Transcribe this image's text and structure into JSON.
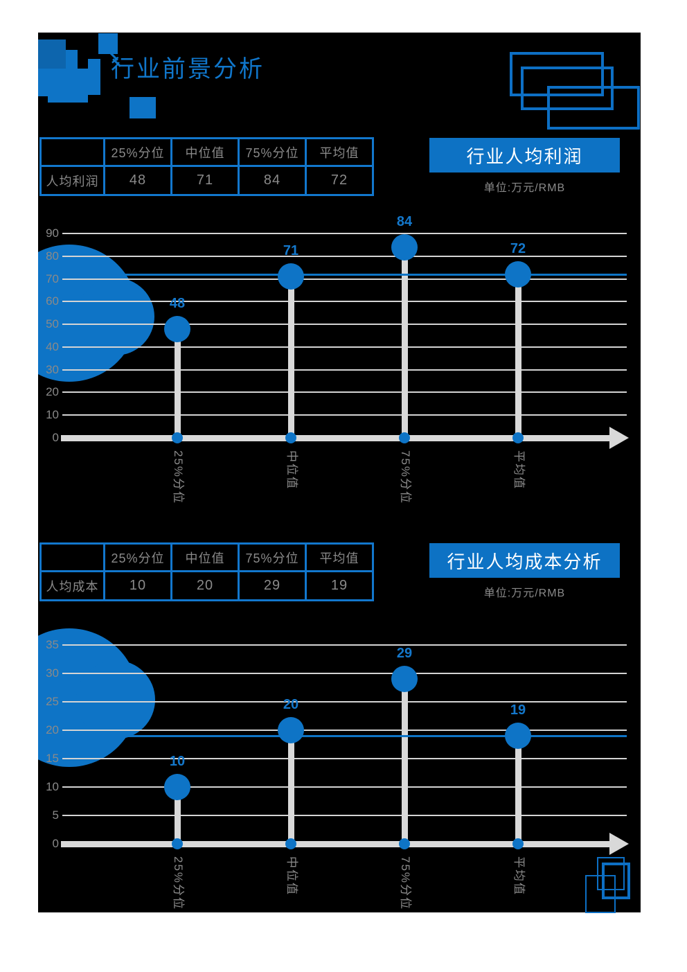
{
  "page": {
    "title": "行业前景分析"
  },
  "colors": {
    "accent": "#0e74c6",
    "accent_dark": "#0d65ad",
    "banner_bg": "#0d72c4",
    "deco_outline": "#0d6fc4",
    "table_border": "#1277cd",
    "text_gray": "#8a8a8a",
    "value_label": "#1478cc",
    "gridline": "#d4d4d4",
    "stem_gray": "#d9d9d9",
    "canvas_bg": "#000000",
    "page_bg": "#ffffff",
    "banner_text": "#ffffff"
  },
  "sections": [
    {
      "banner": "行业人均利润",
      "unit": "单位:万元/RMB",
      "table": {
        "row_label": "人均利润",
        "headers": [
          "25%分位",
          "中位值",
          "75%分位",
          "平均值"
        ],
        "values": [
          "48",
          "71",
          "84",
          "72"
        ]
      }
    },
    {
      "banner": "行业人均成本分析",
      "unit": "单位:万元/RMB",
      "table": {
        "row_label": "人均成本",
        "headers": [
          "25%分位",
          "中位值",
          "75%分位",
          "平均值"
        ],
        "values": [
          "10",
          "20",
          "29",
          "19"
        ]
      }
    }
  ],
  "chart_data": [
    {
      "type": "scatter",
      "style": "lollipop",
      "title": "行业人均利润",
      "unit_label": "单位:万元/RMB",
      "categories": [
        "25%分位",
        "中位值",
        "75%分位",
        "平均值"
      ],
      "values": [
        48,
        71,
        84,
        72
      ],
      "reference_line": 72,
      "ylim": [
        0,
        90
      ],
      "ytick_step": 10,
      "grid": true,
      "legend": "none",
      "xlabel": "",
      "ylabel": ""
    },
    {
      "type": "scatter",
      "style": "lollipop",
      "title": "行业人均成本分析",
      "unit_label": "单位:万元/RMB",
      "categories": [
        "25%分位",
        "中位值",
        "75%分位",
        "平均值"
      ],
      "values": [
        10,
        20,
        29,
        19
      ],
      "reference_line": 19,
      "ylim": [
        0,
        35
      ],
      "ytick_step": 5,
      "grid": true,
      "legend": "none",
      "xlabel": "",
      "ylabel": ""
    }
  ]
}
